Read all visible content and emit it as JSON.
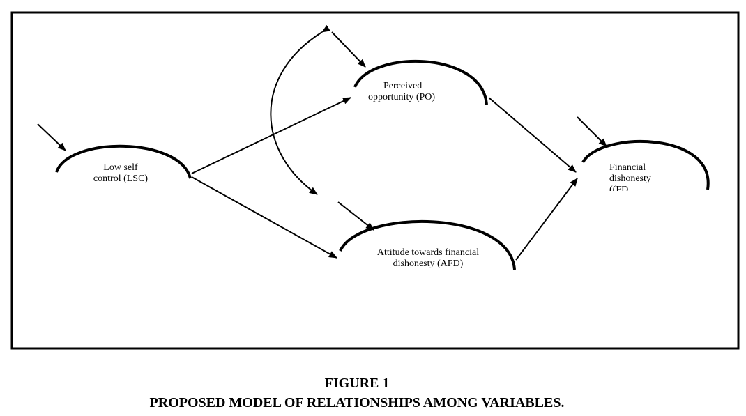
{
  "nodes": {
    "lsc": {
      "line1": "Low self",
      "line2": "control (LSC)"
    },
    "po": {
      "line1": "Perceived",
      "line2": "opportunity (PO)"
    },
    "afd": {
      "line1": "Attitude towards financial",
      "line2": "dishonesty (AFD)"
    },
    "fd": {
      "line1": "Financial",
      "line2": "dishonesty",
      "line3": "((FD"
    }
  },
  "caption": {
    "number": "FIGURE 1",
    "title": "PROPOSED MODEL OF RELATIONSHIPS AMONG VARIABLES."
  }
}
